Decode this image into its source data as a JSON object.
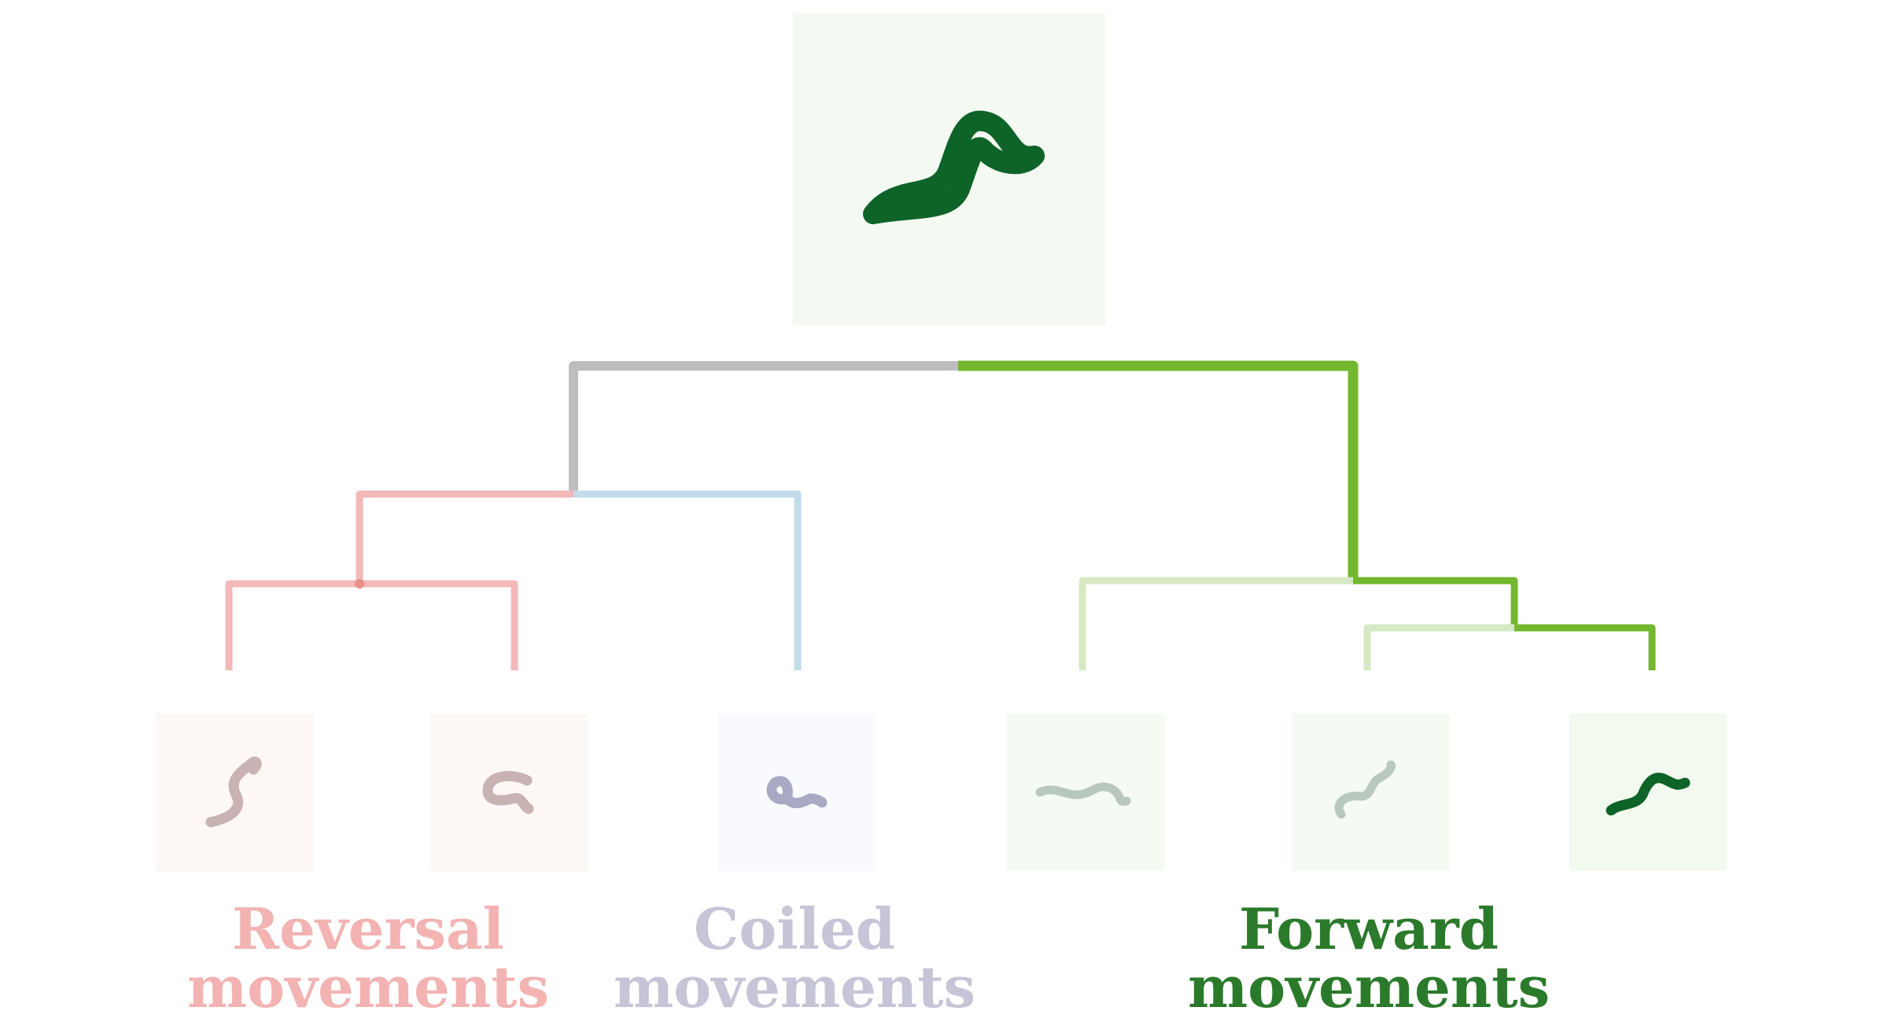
{
  "categories": [
    {
      "name": "reversal",
      "line1": "Reversal",
      "line2": "movements",
      "color": "#f3b3b3"
    },
    {
      "name": "coiled",
      "line1": "Coiled",
      "line2": "movements",
      "color": "#c5c5d7"
    },
    {
      "name": "forward",
      "line1": "Forward",
      "line2": "movements",
      "color": "#2b7a2b"
    }
  ],
  "colors": {
    "root_left": "#bdbdbd",
    "root_right": "#73b72e",
    "reversal_branch": "#f3b8b8",
    "reversal_join": "#e88e8e",
    "coiled_branch": "#c2dde9",
    "forward_light": "#d6e9c4",
    "forward_dark": "#73b72e",
    "worm_top": "#0e6329",
    "worm_reversal": "#c9b2b2",
    "worm_coiled": "#a9a9c4",
    "worm_forward_light": "#b9c8bc",
    "worm_forward_dark": "#0e6329",
    "panel_top": "#f4faf1",
    "panel_reversal": "#fdf8f6",
    "panel_coiled": "#f9fafd",
    "panel_forward": "#f5faf2"
  }
}
